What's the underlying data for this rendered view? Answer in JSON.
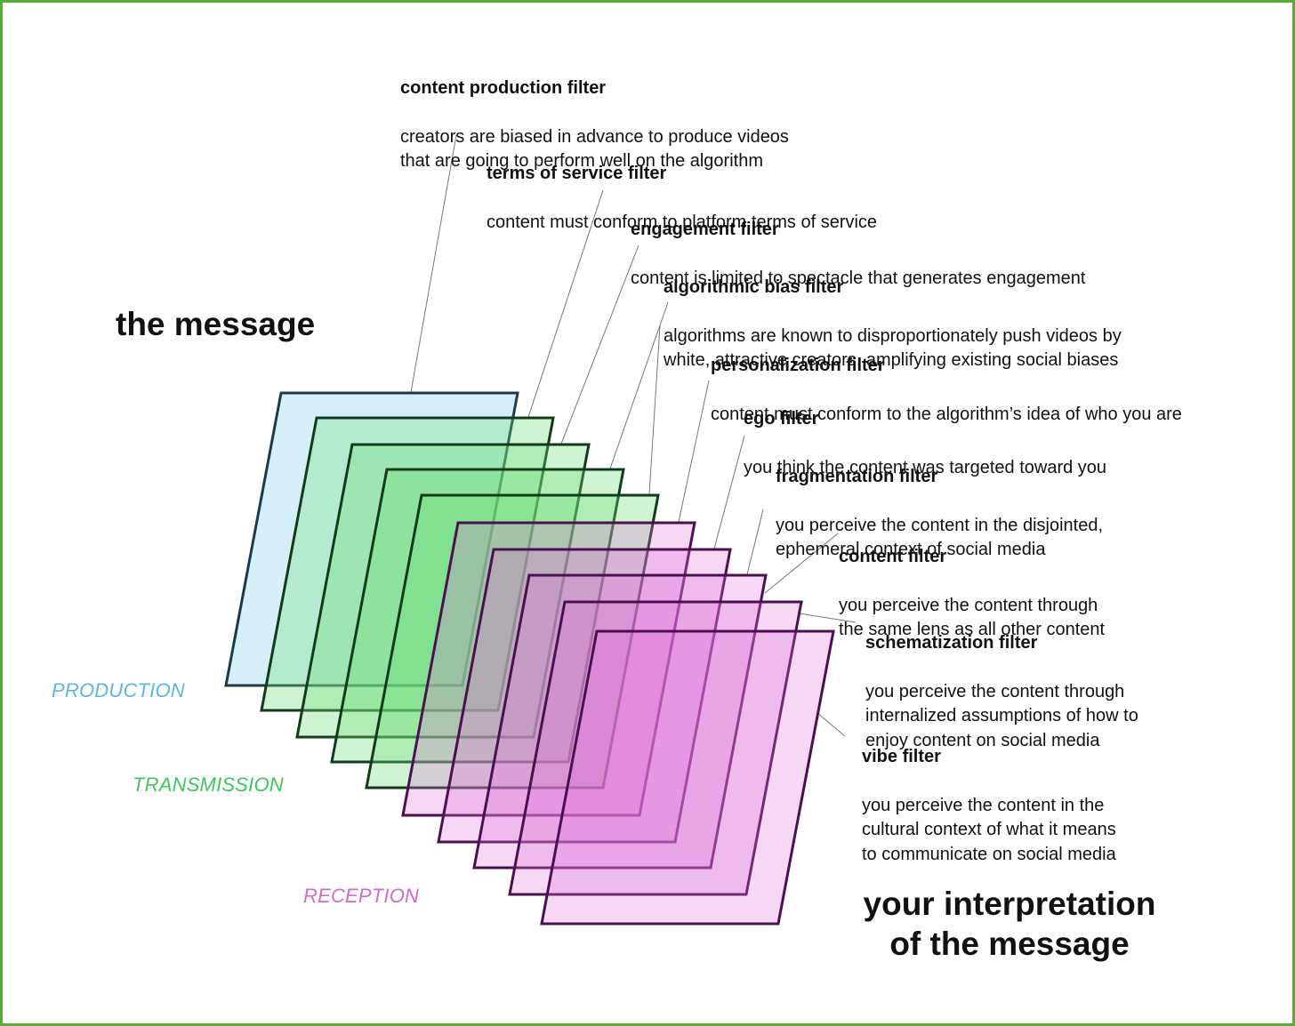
{
  "diagram": {
    "message_title": "the message",
    "interpretation_title": "your interpretation\nof the message",
    "stages": {
      "production": {
        "label": "PRODUCTION",
        "color": "#5bb8e0"
      },
      "transmission": {
        "label": "TRANSMISSION",
        "color": "#3cc85a"
      },
      "reception": {
        "label": "RECEPTION",
        "color": "#d06acc"
      }
    },
    "filters": [
      {
        "name": "content production filter",
        "description": "creators are biased in advance to produce videos\nthat are going to perform well on the algorithm",
        "stage": "production"
      },
      {
        "name": "terms of service filter",
        "description": "content must conform to platform terms of service",
        "stage": "transmission"
      },
      {
        "name": "engagement filter",
        "description": "content is limited to spectacle that generates engagement",
        "stage": "transmission"
      },
      {
        "name": "algorithmic bias filter",
        "description": "algorithms are known to disproportionately push videos by\nwhite, attractive creators, amplifying existing social biases",
        "stage": "transmission"
      },
      {
        "name": "personalization filter",
        "description": "content must conform to the algorithm’s idea of who you are",
        "stage": "transmission"
      },
      {
        "name": "ego filter",
        "description": "you think the content was targeted toward you",
        "stage": "reception"
      },
      {
        "name": "fragmentation filter",
        "description": "you perceive the content in the disjointed,\nephemeral context of social media",
        "stage": "reception"
      },
      {
        "name": "content filter",
        "description": "you perceive the content through\nthe same lens as all other content",
        "stage": "reception"
      },
      {
        "name": "schematization filter",
        "description": "you perceive the content through\ninternalized assumptions of how to\nenjoy content on social media",
        "stage": "reception"
      },
      {
        "name": "vibe filter",
        "description": "you perceive the content in the\ncultural context of what it means\nto communicate on social media",
        "stage": "reception"
      }
    ],
    "colors": {
      "border": "#5aac3a",
      "production_fill": "#d6f0fa",
      "production_stroke": "#1e3a48",
      "transmission_fill": "#6ddc76",
      "transmission_stroke": "#123a1c",
      "reception_fill": "#e06fd6",
      "reception_stroke": "#4a1050",
      "leader_line": "#777777"
    }
  }
}
